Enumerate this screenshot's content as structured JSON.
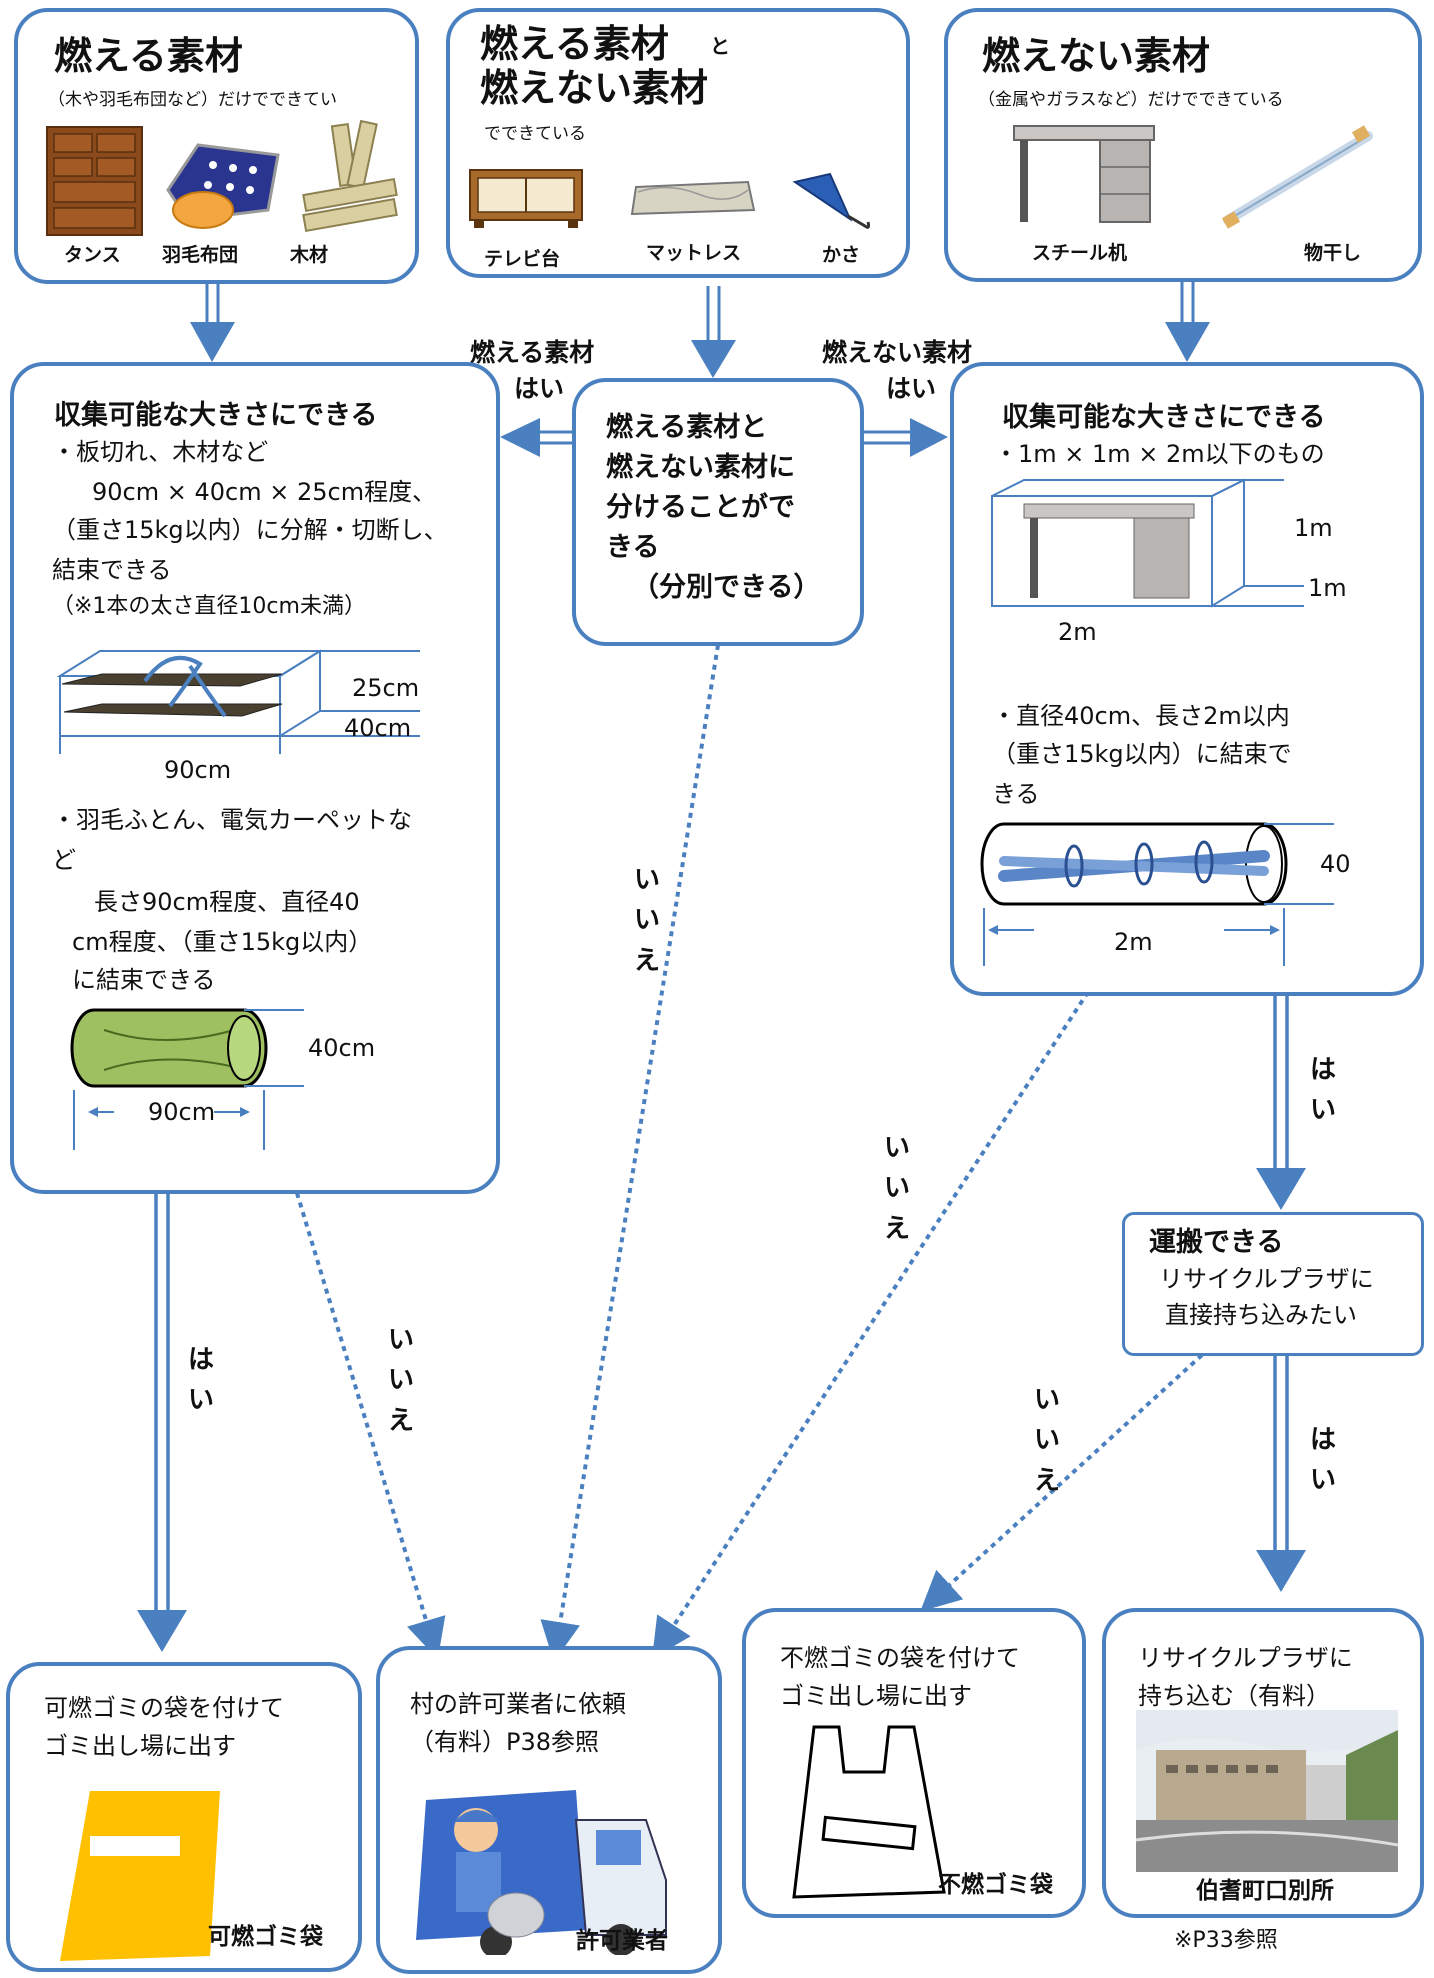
{
  "top_left": {
    "title": "燃える素材",
    "subtitle": "（木や羽毛布団など）だけでできてい",
    "items": [
      "タンス",
      "羽毛布団",
      "木材"
    ]
  },
  "top_mid": {
    "title1": "燃える素材",
    "title_to": "と",
    "title2": "燃えない素材",
    "subtitle": "でできている",
    "items": [
      "テレビ台",
      "マットレス",
      "かさ"
    ]
  },
  "top_right": {
    "title": "燃えない素材",
    "subtitle": "（金属やガラスなど）だけでできている",
    "items": [
      "スチール机",
      "物干し"
    ]
  },
  "mid_left": {
    "title": "収集可能な大きさにできる",
    "lines": [
      "・板切れ、木材など",
      "90cm × 40cm × 25cm程度、",
      "（重さ15kg以内）に分解・切断し、",
      "結束できる",
      "（※1本の太さ直径10cm未満）"
    ],
    "dims_wood": [
      "25cm",
      "40cm",
      "90cm"
    ],
    "lines2": [
      "・羽毛ふとん、電気カーペットな",
      "ど",
      "長さ90cm程度、直径40",
      "cm程度、（重さ15kg以内）",
      "に結束できる"
    ],
    "dims_futon": [
      "40cm",
      "90cm"
    ]
  },
  "center": {
    "lines": [
      "燃える素材と",
      "燃えない素材に",
      "分けることがで",
      "きる",
      "（分別できる）"
    ],
    "left_label": [
      "燃える素材",
      "はい"
    ],
    "right_label": [
      "燃えない素材",
      "はい"
    ]
  },
  "mid_right": {
    "title": "収集可能な大きさにできる",
    "line1": "・1m × 1m × 2m以下のもの",
    "dims_desk": [
      "1m",
      "1m",
      "2m"
    ],
    "lines2": [
      "・直径40cm、長さ2m以内",
      "（重さ15kg以内）に結束で",
      "きる"
    ],
    "dims_pole": [
      "40",
      "2m"
    ]
  },
  "carry_box": {
    "title": "運搬できる",
    "lines": [
      "リサイクルプラザに",
      "直接持ち込みたい"
    ]
  },
  "flow_labels": {
    "yes": "はい",
    "no": "いいえ"
  },
  "bottom": {
    "b1": {
      "lines": [
        "可燃ゴミの袋を付けて",
        "ゴミ出し場に出す"
      ],
      "caption": "可燃ゴミ袋"
    },
    "b2": {
      "lines": [
        "村の許可業者に依頼",
        "（有料）P38参照"
      ],
      "caption": "許可業者"
    },
    "b3": {
      "lines": [
        "不燃ゴミの袋を付けて",
        "ゴミ出し場に出す"
      ],
      "caption": "不燃ゴミ袋"
    },
    "b4": {
      "lines": [
        "リサイクルプラザに",
        "持ち込む（有料）"
      ],
      "caption": "伯耆町口別所",
      "note": "※P33参照"
    }
  },
  "colors": {
    "border": "#4a7fc0",
    "arrow": "#4a7fc0",
    "bag_yellow": "#ffc000"
  }
}
